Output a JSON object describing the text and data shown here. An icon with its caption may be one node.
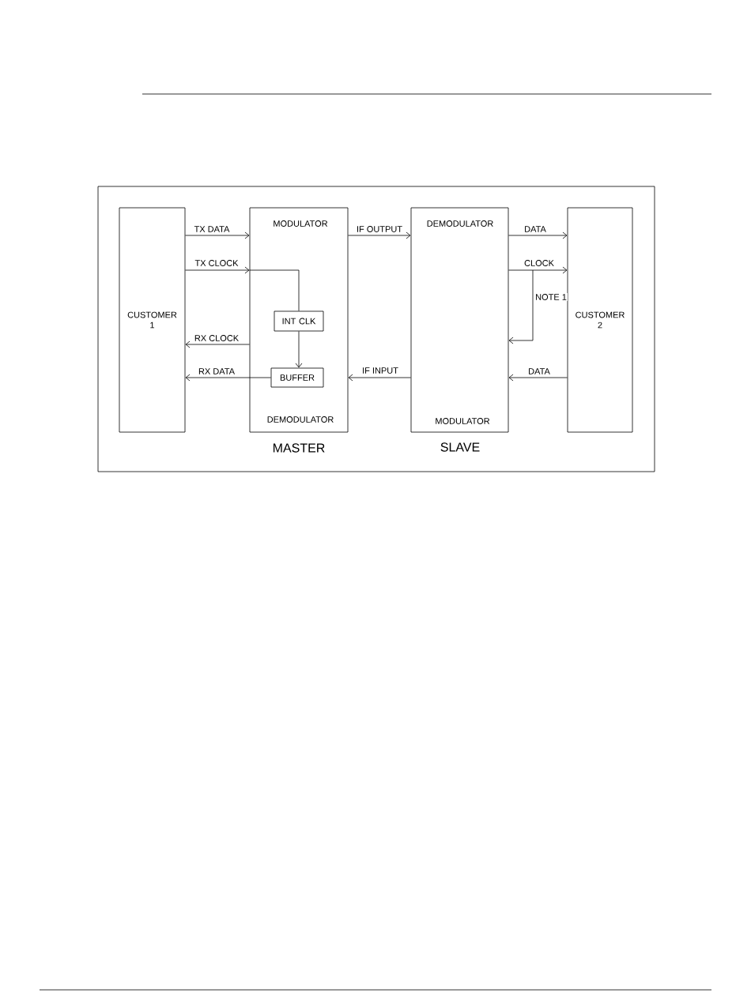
{
  "diagram": {
    "nodes": [
      {
        "text": [
          "CUSTOMER 1"
        ]
      },
      {
        "text": [
          "MODULATOR",
          "DEMODULATOR"
        ],
        "beside": [
          "MASTER"
        ]
      },
      {
        "text": [
          "INT CLK"
        ],
        "in": 1
      },
      {
        "text": [
          "BUFFER"
        ],
        "in": 1
      },
      {
        "text": [
          "DEMODULATOR",
          "MODULATOR"
        ],
        "beside": [
          "SLAVE"
        ]
      },
      {
        "text": [
          "CUSTOMER 2"
        ]
      }
    ],
    "edges": [
      {
        "from": 0,
        "to": 1,
        "arrow": "to",
        "label": "TX DATA"
      },
      {
        "from": 0,
        "to": 1,
        "arrow": "to",
        "label": "TX CLOCK"
      },
      {
        "from": 1,
        "to": 2,
        "arrow": "none"
      },
      {
        "from": 2,
        "to": 3,
        "arrow": "to"
      },
      {
        "from": 1,
        "to": 0,
        "arrow": "to",
        "label": "RX CLOCK"
      },
      {
        "from": 3,
        "to": 0,
        "arrow": "to",
        "label": "RX DATA"
      },
      {
        "from": 1,
        "to": 4,
        "arrow": "to",
        "label": "IF OUTPUT"
      },
      {
        "from": 4,
        "to": 1,
        "arrow": "to",
        "label": "IF INPUT"
      },
      {
        "from": 4,
        "to": 5,
        "arrow": "to",
        "label": "DATA"
      },
      {
        "from": 4,
        "to": 5,
        "arrow": "to",
        "label": "CLOCK"
      },
      {
        "from": null,
        "to": 4,
        "arrow": "to",
        "label": "NOTE 1"
      },
      {
        "from": 5,
        "to": 4,
        "arrow": "to",
        "label": "DATA"
      }
    ]
  }
}
